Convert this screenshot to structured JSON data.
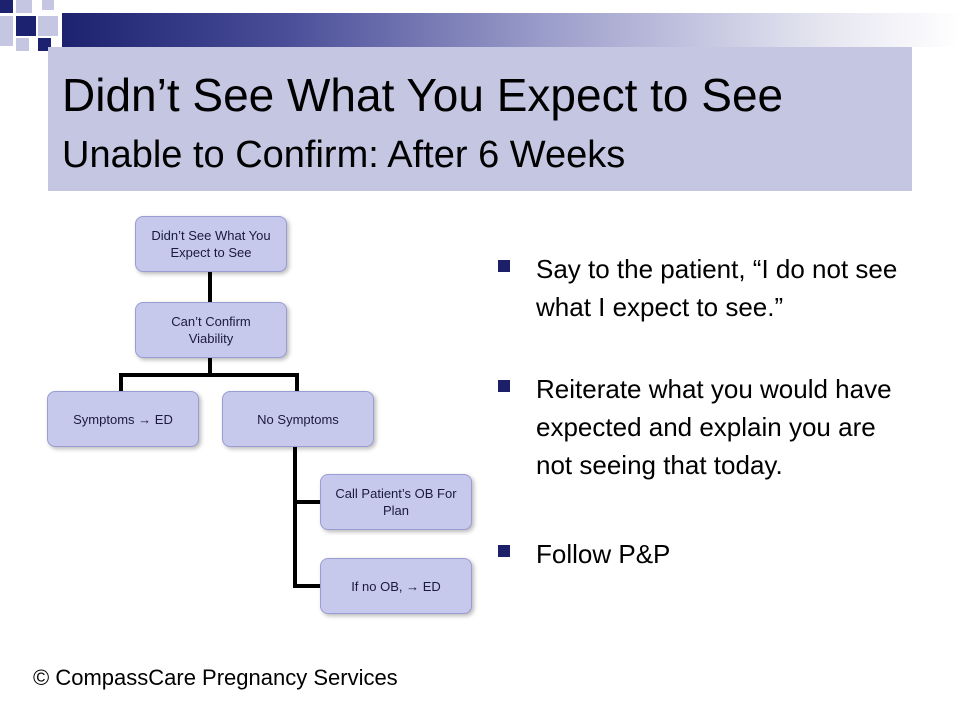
{
  "slide": {
    "title": "Didn’t See What You Expect to See",
    "subtitle": "Unable to Confirm: After 6 Weeks",
    "footer": "© CompassCare Pregnancy Services"
  },
  "flowchart": {
    "root": "Didn’t See What You Expect to See",
    "level2": "Can’t Confirm Viability",
    "symptoms": "Symptoms",
    "symptoms_arrow": "→",
    "symptoms_target": "ED",
    "no_symptoms": "No Symptoms",
    "call_ob": "Call Patient’s OB For Plan",
    "no_ob": "If no OB,",
    "no_ob_arrow": "→",
    "no_ob_target": "ED"
  },
  "bullets": [
    "Say to the patient, “I do not see what I expect to see.”",
    "Reiterate what you would have expected and explain you are not seeing that today.",
    "Follow P&P"
  ],
  "colors": {
    "title_band": "#c4c6e2",
    "node_fill": "#c6c8ec",
    "bullet": "#1c2068",
    "accent_dark": "#1d2270"
  }
}
